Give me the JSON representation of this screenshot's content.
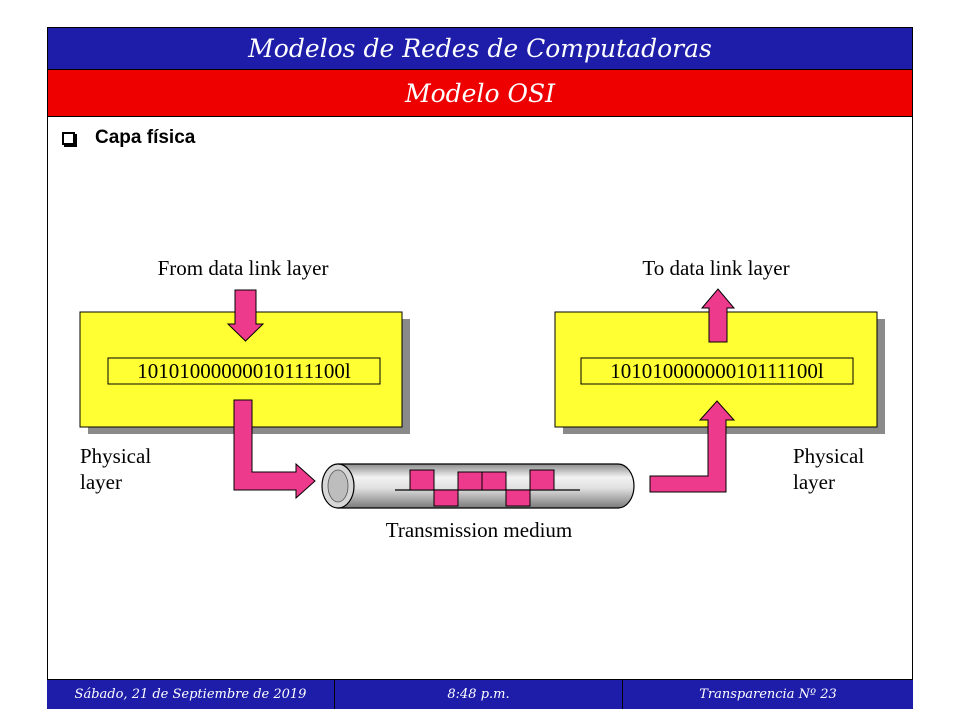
{
  "slide": {
    "title": "Modelos de Redes de Computadoras",
    "subtitle": "Modelo OSI",
    "bullet": "Capa física"
  },
  "diagram": {
    "left_top_label": "From data link layer",
    "right_top_label": "To data link layer",
    "left_bits": "10101000000010111100l",
    "right_bits": "10101000000010111100l",
    "left_layer_line1": "Physical",
    "left_layer_line2": "layer",
    "right_layer_line1": "Physical",
    "right_layer_line2": "layer",
    "medium_label": "Transmission medium",
    "colors": {
      "box": "#ffff33",
      "arrow": "#ee3a8c",
      "shadow": "#8a8a8a"
    }
  },
  "footer": {
    "date": "Sábado, 21 de Septiembre de 2019",
    "time": "8:48 p.m.",
    "slide_number": "Transparencia Nº 23"
  },
  "colors": {
    "title_bar": "#1d1daa",
    "subtitle_bar": "#ee0000"
  }
}
